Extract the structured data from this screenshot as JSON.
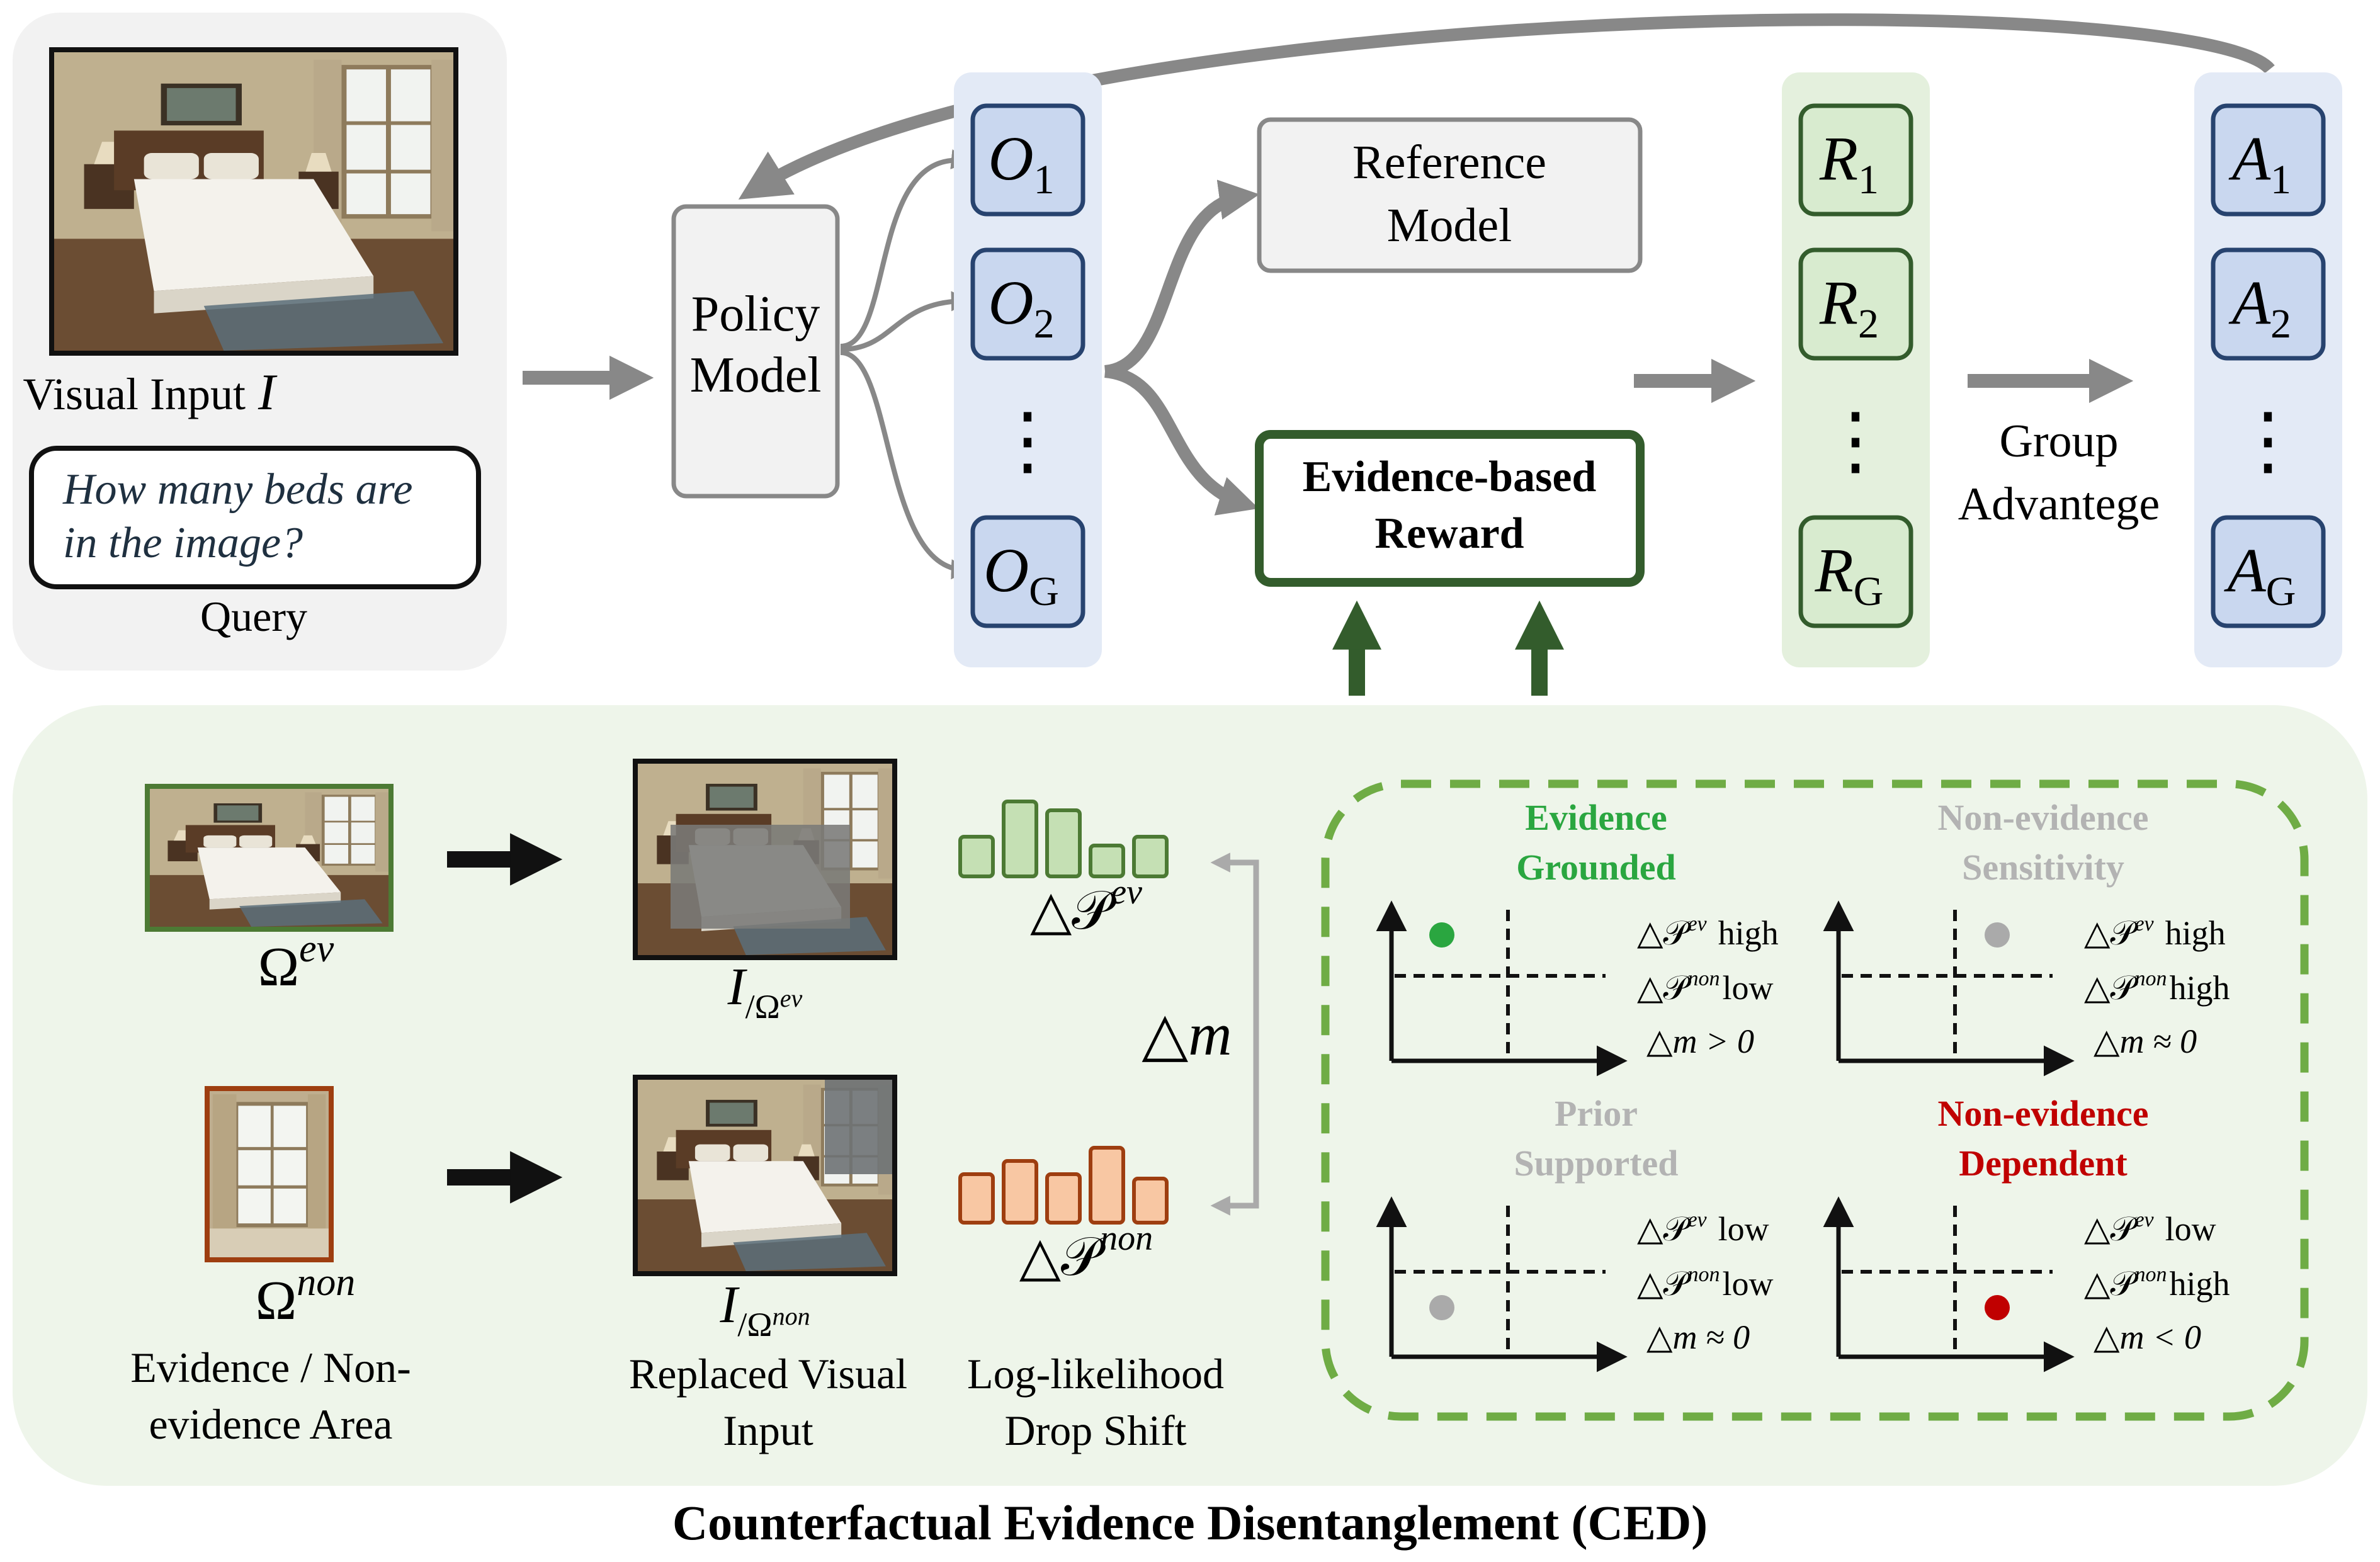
{
  "colors": {
    "outputs_fill": "#c9d7ef",
    "outputs_stroke": "#27436f",
    "outputs_panel": "#e3eaf6",
    "rewards_fill": "#d8ebcf",
    "rewards_stroke": "#335c2c",
    "rewards_panel": "#e4f0dd",
    "advantage_fill": "#c9d7ef",
    "advantage_panel": "#e3eaf6",
    "ced_panel": "#eef5ea",
    "dashed_border": "#6fac45",
    "dark_green": "#335c2c",
    "arrow_gray": "#888888",
    "evidence_green": "#2aa640",
    "nonev_gray": "#aaaaaa",
    "dependent_red": "#c00000",
    "ev_bar_fill": "#c5e0b4",
    "ev_bar_stroke": "#4c7a34",
    "non_bar_fill": "#f8c7a3",
    "non_bar_stroke": "#9e3e10"
  },
  "input_panel": {
    "visual_input_label": "Visual Input",
    "visual_input_symbol": "I",
    "query_text_line1": "How many beds are",
    "query_text_line2": "in the image?",
    "query_label": "Query"
  },
  "policy_model": {
    "line1": "Policy",
    "line2": "Model"
  },
  "outputs": {
    "items": [
      "O",
      "O",
      "O"
    ],
    "subs": [
      "1",
      "2",
      "G"
    ],
    "dots": "⋮"
  },
  "reference_model": {
    "line1": "Reference",
    "line2": "Model"
  },
  "reward_box": {
    "line1": "Evidence-based",
    "line2": "Reward"
  },
  "rewards": {
    "items": [
      "R",
      "R",
      "R"
    ],
    "subs": [
      "1",
      "2",
      "G"
    ],
    "dots": "⋮"
  },
  "group_advantage": {
    "line1": "Group",
    "line2": "Advantege"
  },
  "advantages": {
    "items": [
      "A",
      "A",
      "A"
    ],
    "subs": [
      "1",
      "2",
      "G"
    ],
    "dots": "⋮"
  },
  "ced": {
    "omega_ev": "Ω",
    "omega_ev_sup": "ev",
    "omega_non": "Ω",
    "omega_non_sup": "non",
    "area_label_line1": "Evidence / Non-",
    "area_label_line2": "evidence Area",
    "img_ev_label": "I",
    "img_ev_sub": "/Ω",
    "img_ev_sub_sup": "ev",
    "img_non_label": "I",
    "img_non_sub": "/Ω",
    "img_non_sub_sup": "non",
    "replaced_label_line1": "Replaced Visual",
    "replaced_label_line2": "Input",
    "delta_p_ev": "△𝒫",
    "delta_p_ev_sup": "ev",
    "delta_p_non": "△𝒫",
    "delta_p_non_sup": "non",
    "delta_m": "△m",
    "loglik_line1": "Log-likelihood",
    "loglik_line2": "Drop Shift",
    "ev_bar_levels": [
      0.45,
      0.85,
      0.75,
      0.35,
      0.45
    ],
    "non_bar_levels": [
      0.55,
      0.7,
      0.55,
      0.85,
      0.5
    ]
  },
  "quadrants": [
    {
      "title1": "Evidence",
      "title2": "Grounded",
      "title_color": "#2aa640",
      "line1": "△𝒫",
      "line1_sup": "ev",
      "line1_val": "high",
      "line2": "△𝒫",
      "line2_sup": "non",
      "line2_val": "low",
      "line3": "△m > 0",
      "dot_color": "#2aa640",
      "dot_region": "upper-left"
    },
    {
      "title1": "Non-evidence",
      "title2": "Sensitivity",
      "title_color": "#b3b3b3",
      "line1": "△𝒫",
      "line1_sup": "ev",
      "line1_val": "high",
      "line2": "△𝒫",
      "line2_sup": "non",
      "line2_val": "high",
      "line3": "△m ≈ 0",
      "dot_color": "#aaaaaa",
      "dot_region": "upper-right"
    },
    {
      "title1": "Prior",
      "title2": "Supported",
      "title_color": "#b3b3b3",
      "line1": "△𝒫",
      "line1_sup": "ev",
      "line1_val": "low",
      "line2": "△𝒫",
      "line2_sup": "non",
      "line2_val": "low",
      "line3": "△m ≈ 0",
      "dot_color": "#aaaaaa",
      "dot_region": "lower-left"
    },
    {
      "title1": "Non-evidence",
      "title2": "Dependent",
      "title_color": "#c00000",
      "line1": "△𝒫",
      "line1_sup": "ev",
      "line1_val": "low",
      "line2": "△𝒫",
      "line2_sup": "non",
      "line2_val": "high",
      "line3": "△m < 0",
      "dot_color": "#c00000",
      "dot_region": "lower-right"
    }
  ],
  "footer_title": "Counterfactual Evidence Disentanglement (CED)"
}
